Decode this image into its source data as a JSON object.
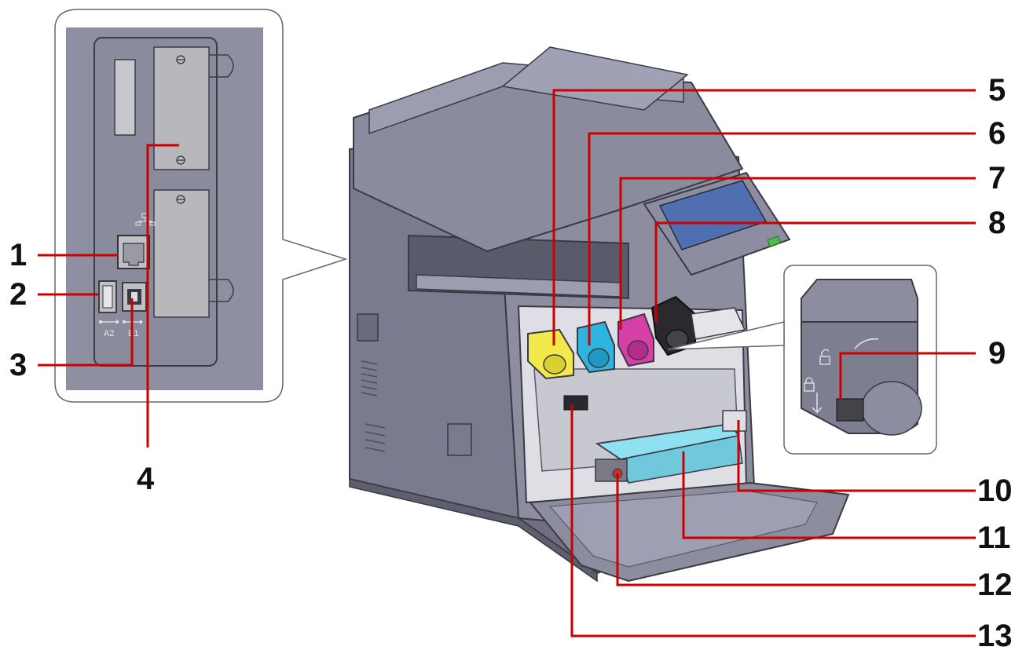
{
  "colors": {
    "leader": "#cc0000",
    "callout_text": "#111111",
    "panel_bg": "#8e8fa0",
    "body_gray": "#7d7e90",
    "toner_yellow": "#f3e84a",
    "toner_cyan": "#2fb4e0",
    "toner_magenta": "#d63fa6",
    "toner_black": "#2a2a2e",
    "screen_blue": "#4f6fb0",
    "bottle_cyan": "#8fe0f0"
  },
  "callouts": [
    {
      "id": 1,
      "label": "1",
      "part": "network-port"
    },
    {
      "id": 2,
      "label": "2",
      "part": "usb-port-a2"
    },
    {
      "id": 3,
      "label": "3",
      "part": "usb-port-b1"
    },
    {
      "id": 4,
      "label": "4",
      "part": "expansion-slot-cover"
    },
    {
      "id": 5,
      "label": "5",
      "part": "toner-container-yellow"
    },
    {
      "id": 6,
      "label": "6",
      "part": "toner-container-cyan"
    },
    {
      "id": 7,
      "label": "7",
      "part": "toner-container-magenta"
    },
    {
      "id": 8,
      "label": "8",
      "part": "toner-container-black"
    },
    {
      "id": 9,
      "label": "9",
      "part": "toner-lock-lever"
    },
    {
      "id": 10,
      "label": "10",
      "part": "waste-toner-box-release"
    },
    {
      "id": 11,
      "label": "11",
      "part": "waste-toner-box"
    },
    {
      "id": 12,
      "label": "12",
      "part": "cleaning-brush"
    },
    {
      "id": 13,
      "label": "13",
      "part": "tray-handle"
    }
  ],
  "port_labels": {
    "a2": "A2",
    "b1": "B1"
  },
  "icons": [
    "network-icon",
    "usb-icon-a2",
    "usb-icon-b1",
    "lock-icon",
    "unlock-icon",
    "screw-icon"
  ]
}
